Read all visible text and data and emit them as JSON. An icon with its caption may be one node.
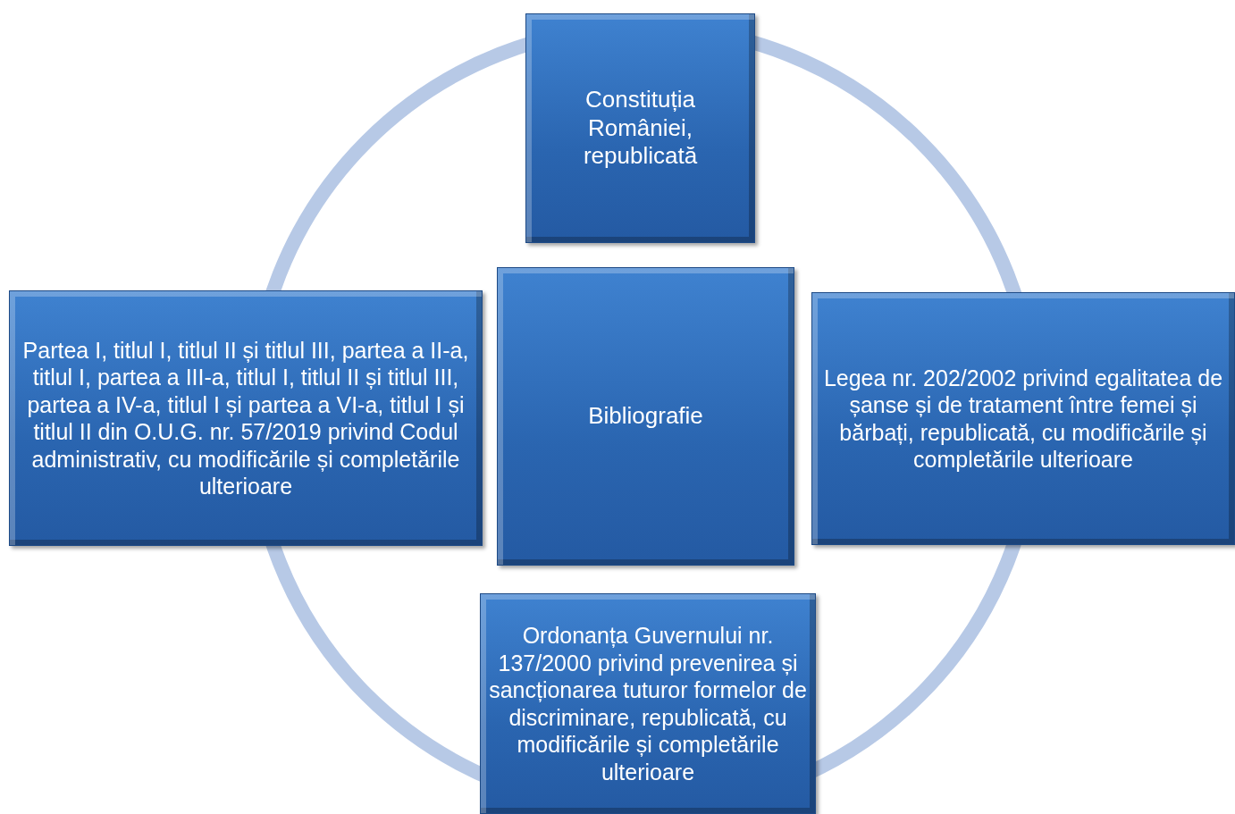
{
  "diagram": {
    "nodes": [
      {
        "text": [
          "Constituția României, republicată"
        ]
      },
      {
        "text": [
          "Partea I, titlul I, titlul II și titlul III, partea a II-a, titlul I, partea a III-a, titlul I, titlul II și titlul III, partea a IV-a, titlul I și partea a VI-a, titlul I și titlul II din O.U.G. nr. 57/2019 privind Codul administrativ, cu modificările și completările ulterioare"
        ]
      },
      {
        "text": [
          "Bibliografie"
        ]
      },
      {
        "text": [
          "Legea nr. 202/2002 privind egalitatea de șanse și de tratament între femei și bărbați, republicată, cu modificările și completările ulterioare"
        ]
      },
      {
        "text": [
          "Ordonanța Guvernului nr. 137/2000 privind prevenirea și sancționarea tuturor formelor de discriminare, republicată, cu modificările și completările ulterioare"
        ]
      }
    ]
  }
}
